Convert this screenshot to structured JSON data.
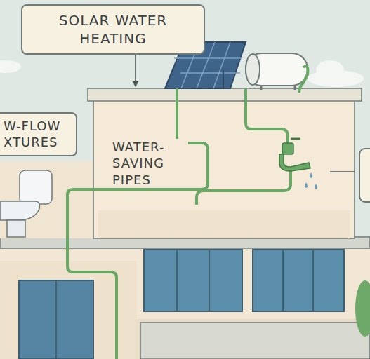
{
  "diagram": {
    "nodes": [
      {
        "text": [
          "SOLAR WATER HEATING"
        ]
      },
      {
        "text": [
          "W-FLOW XTURES"
        ]
      }
    ],
    "labels": [
      "WATER- SAVING PIPES"
    ]
  }
}
